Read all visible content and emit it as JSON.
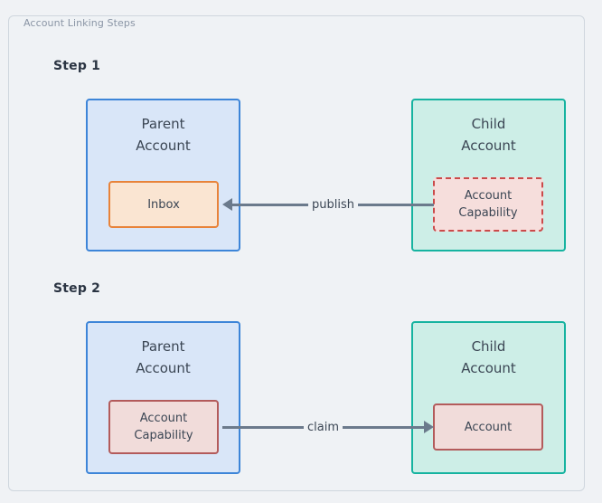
{
  "frame": {
    "title": "Account Linking Steps"
  },
  "colors": {
    "page_background": "#f0f2f5",
    "frame_background": "#eff2f5",
    "frame_border": "#cfd6de",
    "parent_fill": "#d9e6f8",
    "parent_border": "#3d85d8",
    "child_fill": "#cdeee7",
    "child_border": "#16b3a0",
    "inbox_fill": "#fae5d2",
    "inbox_border": "#e8833a",
    "capability_dashed_fill": "#f6dedc",
    "capability_dashed_border": "#cb4a4a",
    "capability_solid_fill": "#f1dcda",
    "capability_solid_border": "#b35b5b",
    "arrow": "#6b7a8c",
    "text": "#3b4654",
    "step_label_text": "#2a3442",
    "title_text": "#8a95a5"
  },
  "steps": [
    {
      "label": "Step 1",
      "parent": {
        "title": "Parent\nAccount",
        "resource": "Inbox"
      },
      "child": {
        "title": "Child\nAccount",
        "resource": "Account\nCapability"
      },
      "arrow": {
        "label": "publish",
        "direction": "left"
      }
    },
    {
      "label": "Step 2",
      "parent": {
        "title": "Parent\nAccount",
        "resource": "Account\nCapability"
      },
      "child": {
        "title": "Child\nAccount",
        "resource": "Account"
      },
      "arrow": {
        "label": "claim",
        "direction": "right"
      }
    }
  ]
}
